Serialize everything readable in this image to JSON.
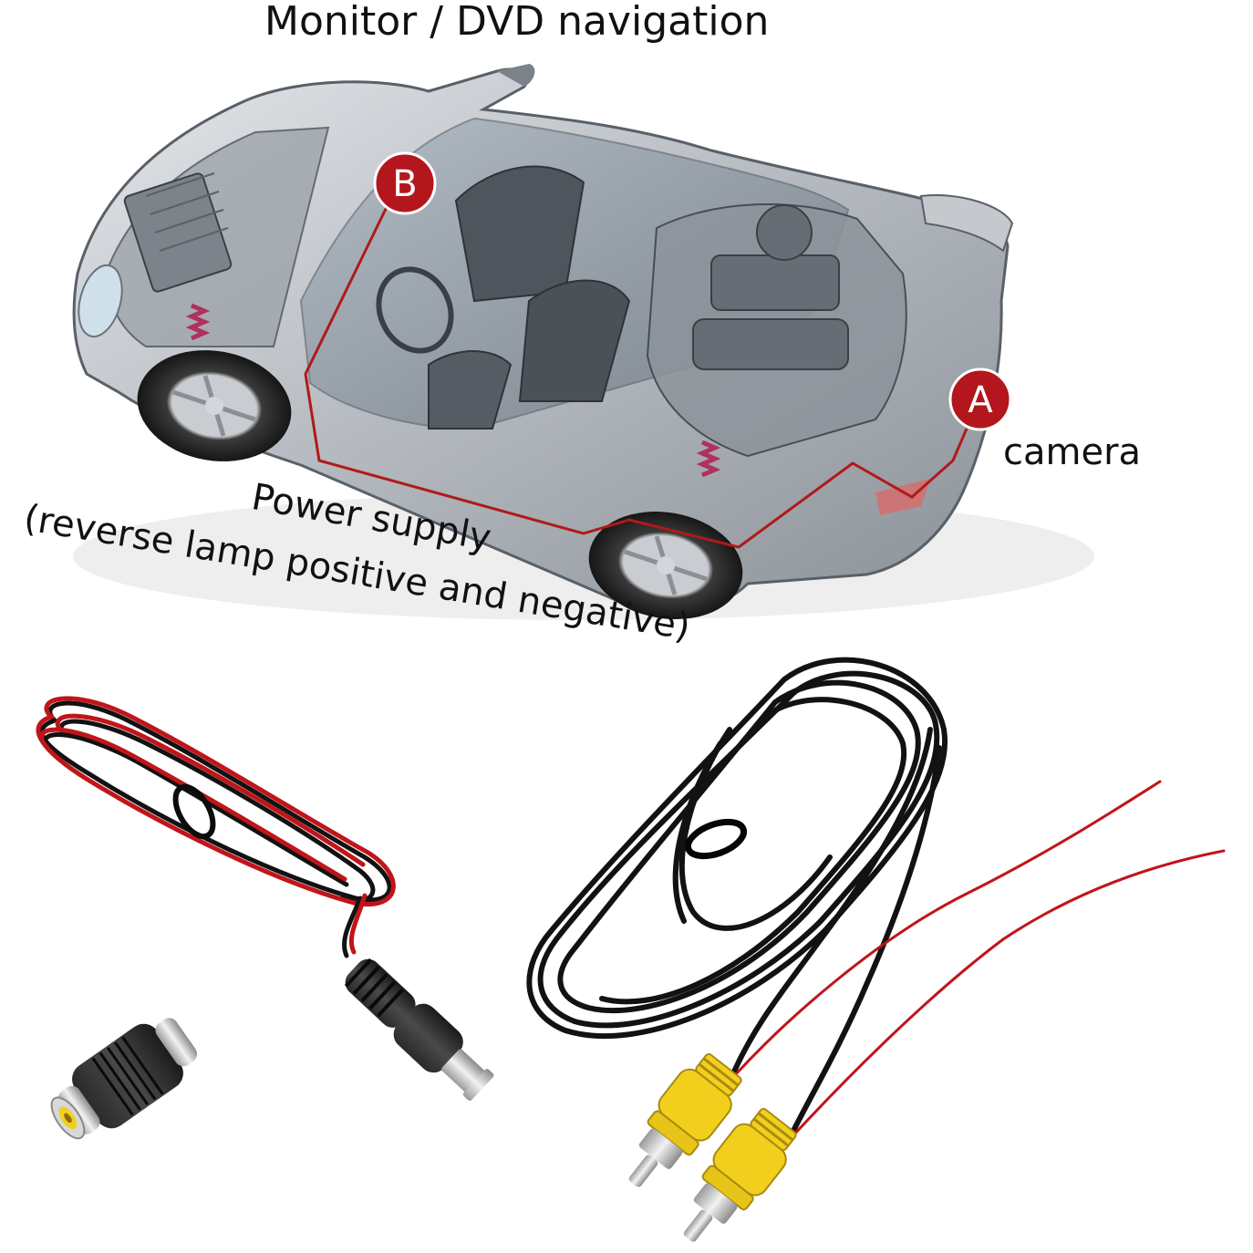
{
  "labels": {
    "title": "Monitor / DVD navigation",
    "camera": "camera",
    "power_line1": "Power supply",
    "power_line2": "(reverse lamp positive and negative)"
  },
  "markers": {
    "a": "A",
    "b": "B"
  },
  "colors": {
    "marker_fill": "#b3161c",
    "wire_red": "#c0151a",
    "route_line": "#b01a1a",
    "connector_yellow": "#f2cf1d",
    "cable_black": "#121212"
  },
  "icons": {
    "car": "car-cutaway-illustration",
    "power_cable": "red-black-power-cable-icon",
    "dc_plug": "dc-barrel-plug-icon",
    "rca_coupler": "rca-female-coupler-icon",
    "video_cable": "rca-video-extension-cable-icon"
  }
}
